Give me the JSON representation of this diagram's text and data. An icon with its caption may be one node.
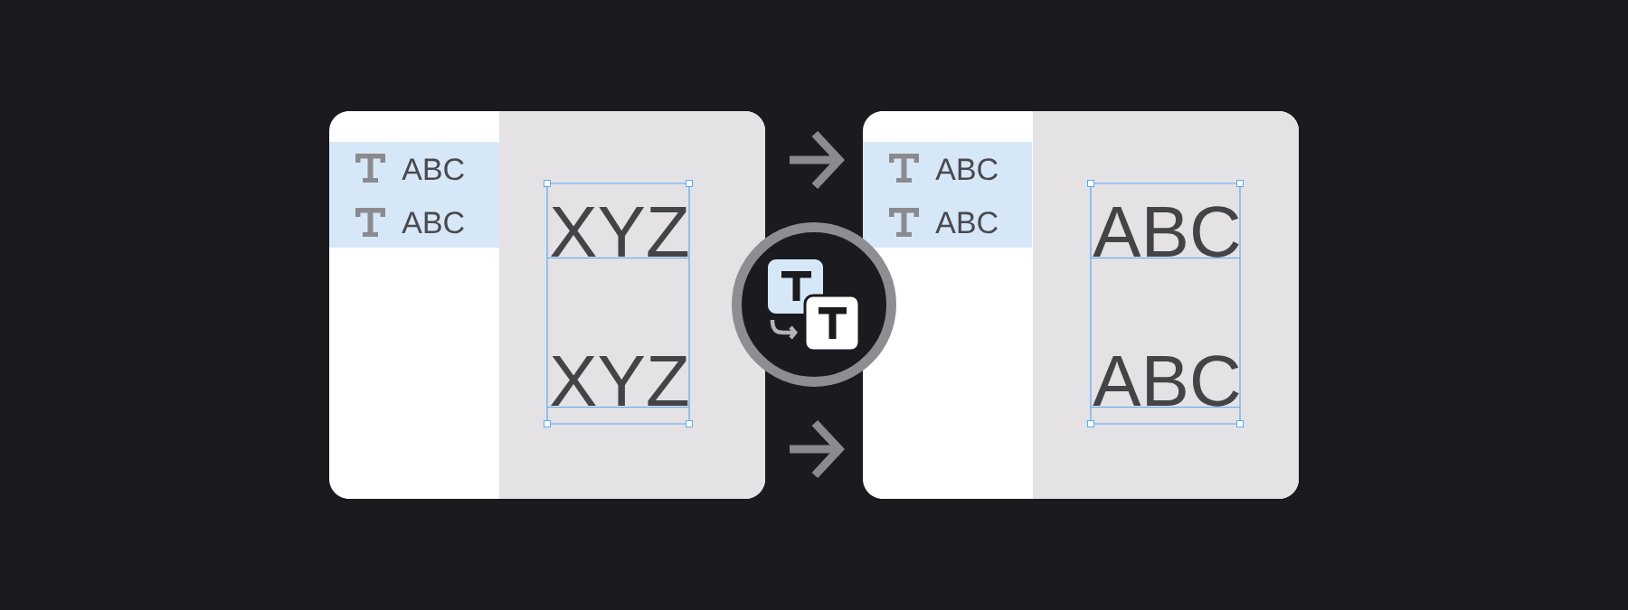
{
  "diagram": {
    "nodes": [
      {
        "text": [],
        "shape": "box"
      },
      {
        "text": [
          "ABC",
          "ABC"
        ],
        "in": 0
      },
      {
        "text": [
          "XYZ",
          "XYZ"
        ],
        "in": 0
      },
      {
        "text": [],
        "shape": "circle"
      },
      {
        "text": [],
        "shape": "box"
      },
      {
        "text": [
          "ABC",
          "ABC"
        ],
        "in": 4
      },
      {
        "text": [
          "ABC",
          "ABC"
        ],
        "in": 4
      }
    ],
    "edges": [
      {
        "from": 0,
        "to": 4,
        "arrow": "to"
      },
      {
        "from": 0,
        "to": 4,
        "arrow": "to"
      }
    ]
  }
}
